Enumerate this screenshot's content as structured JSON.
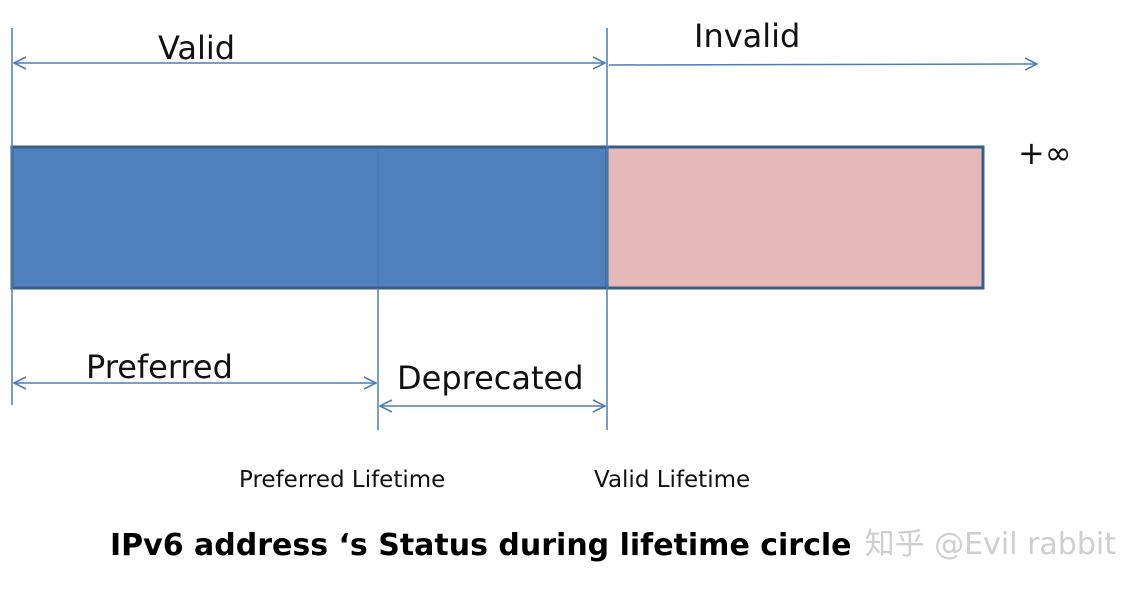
{
  "colors": {
    "valid_bar": "#4f81bd",
    "invalid_bar": "#e6b9b8",
    "bar_border": "#385d8a",
    "arrow": "#4a7ebb",
    "text": "#111111",
    "watermark": "#cfcfcf"
  },
  "states": {
    "valid": "Valid",
    "invalid": "Invalid",
    "preferred": "Preferred",
    "deprecated": "Deprecated",
    "infinity": "+∞"
  },
  "lifetimes": {
    "preferred": "Preferred Lifetime",
    "valid": "Valid Lifetime"
  },
  "title": "IPv6 address ‘s Status during lifetime circle",
  "watermark": "知乎 @Evil rabbit"
}
